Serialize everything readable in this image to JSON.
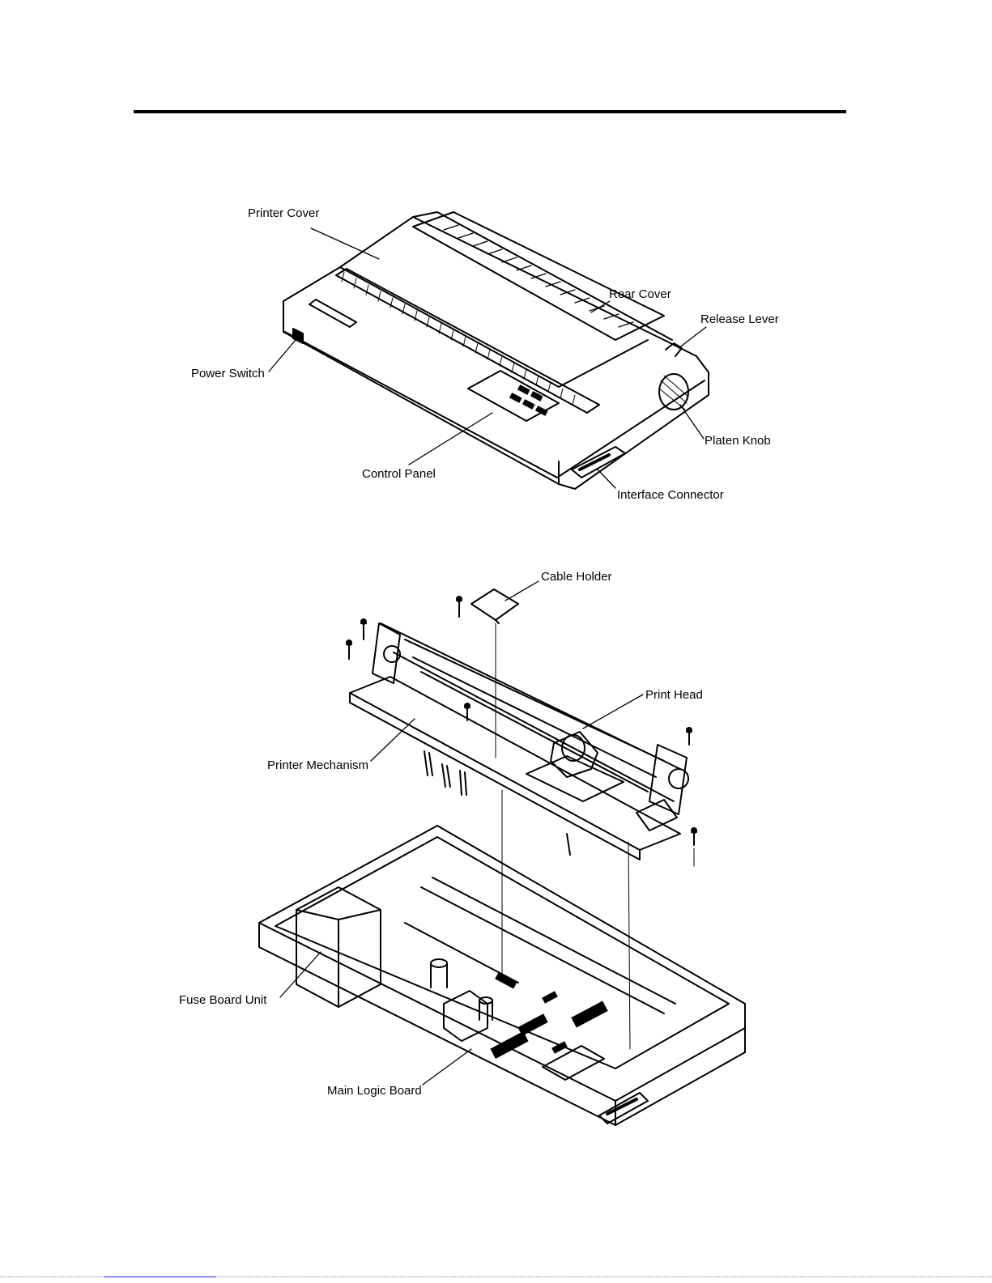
{
  "figure1": {
    "labels": {
      "printer_cover": "Printer Cover",
      "rear_cover": "Rear Cover",
      "release_lever": "Release Lever",
      "power_switch": "Power Switch",
      "platen_knob": "Platen Knob",
      "control_panel": "Control Panel",
      "interface_connector": "Interface Connector"
    }
  },
  "figure2": {
    "labels": {
      "cable_holder": "Cable Holder",
      "print_head": "Print Head",
      "printer_mechanism": "Printer Mechanism",
      "fuse_board_unit": "Fuse Board Unit",
      "main_logic_board": "Main Logic Board"
    }
  }
}
